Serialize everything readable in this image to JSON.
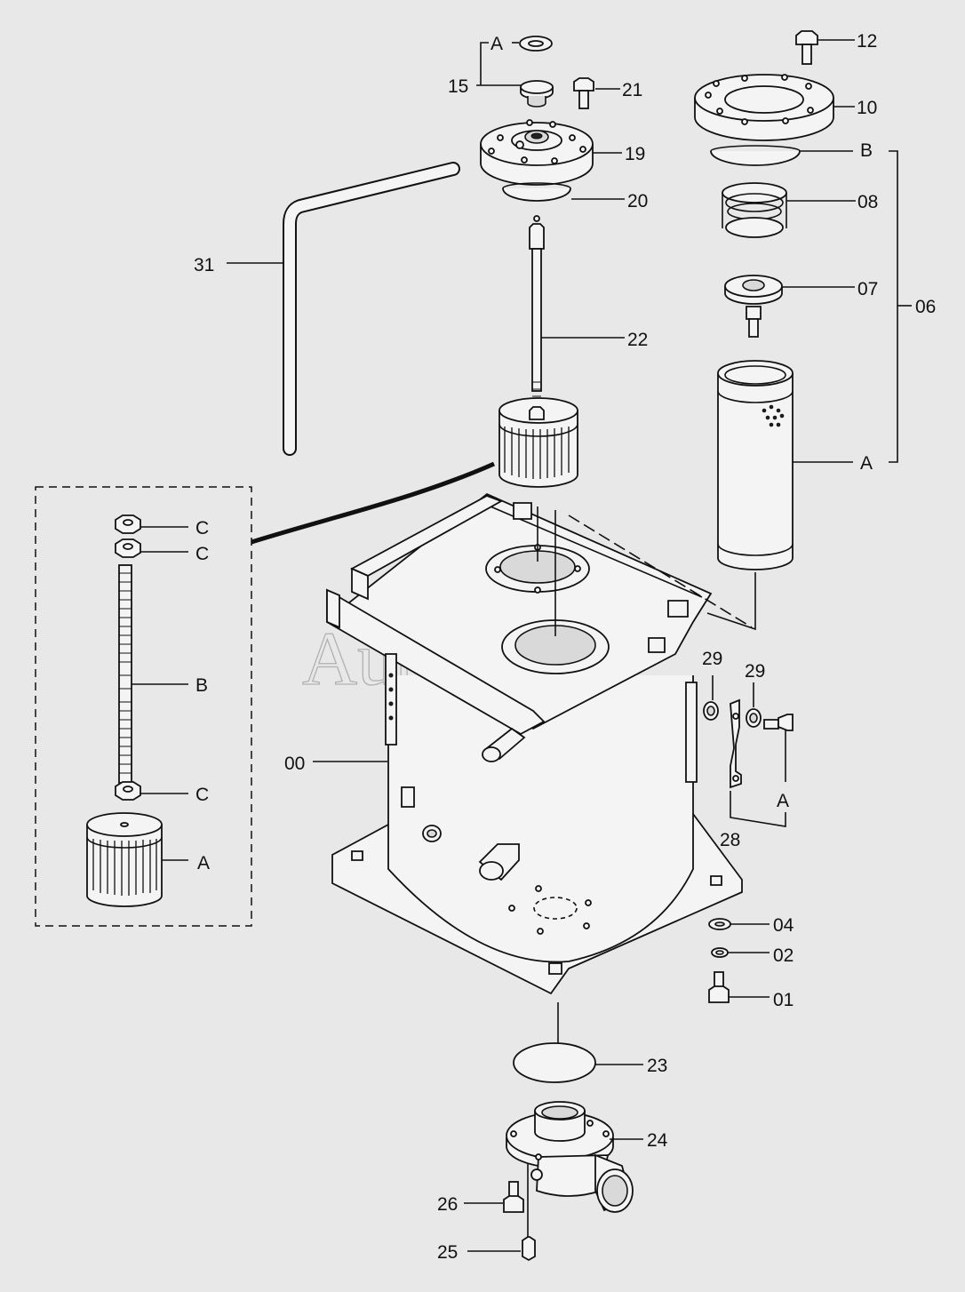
{
  "colors": {
    "background": "#e8e8e8",
    "ink": "#111111",
    "watermark": "#9a9a9a"
  },
  "watermark": "AutoSoft",
  "labels": {
    "l00": "00",
    "l01": "01",
    "l02": "02",
    "l04": "04",
    "l06": "06",
    "l07": "07",
    "l08": "08",
    "l10": "10",
    "l12": "12",
    "l15": "15",
    "l19": "19",
    "l20": "20",
    "l21": "21",
    "l22": "22",
    "l23": "23",
    "l24": "24",
    "l25": "25",
    "l26": "26",
    "l28": "28",
    "l29a": "29",
    "l29b": "29",
    "l31": "31",
    "topA": "A",
    "tankA": "A",
    "tankB": "B",
    "bracketA": "A",
    "insetA": "A",
    "insetB": "B",
    "insetC1": "C",
    "insetC2": "C",
    "insetC3": "C"
  }
}
